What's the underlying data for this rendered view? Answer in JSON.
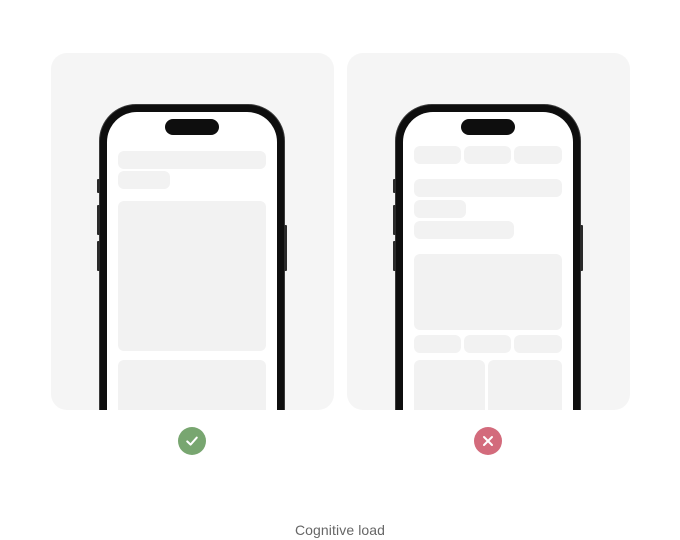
{
  "caption": "Cognitive load",
  "examples": [
    {
      "verdict": "good",
      "icon": "check-icon",
      "color": "#78a670"
    },
    {
      "verdict": "bad",
      "icon": "cross-icon",
      "color": "#d36b7c"
    }
  ]
}
